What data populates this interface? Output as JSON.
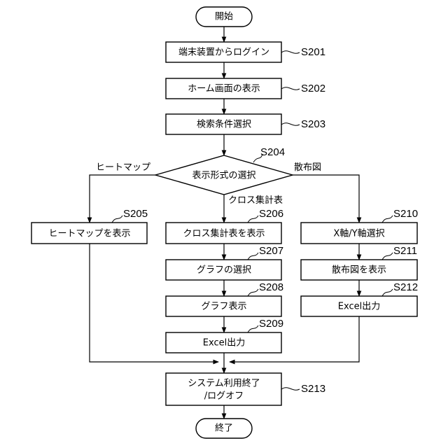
{
  "terminals": {
    "start": "開始",
    "end": "終了"
  },
  "steps": {
    "s201": {
      "label": "端末装置からログイン",
      "id": "S201"
    },
    "s202": {
      "label": "ホーム画面の表示",
      "id": "S202"
    },
    "s203": {
      "label": "検索条件選択",
      "id": "S203"
    },
    "s204": {
      "label": "表示形式の選択",
      "id": "S204"
    },
    "s205": {
      "label": "ヒートマップを表示",
      "id": "S205"
    },
    "s206": {
      "label": "クロス集計表を表示",
      "id": "S206"
    },
    "s207": {
      "label": "グラフの選択",
      "id": "S207"
    },
    "s208": {
      "label": "グラフ表示",
      "id": "S208"
    },
    "s209": {
      "label": "Excel出力",
      "id": "S209"
    },
    "s210": {
      "label": "X軸/Y軸選択",
      "id": "S210"
    },
    "s211": {
      "label": "散布図を表示",
      "id": "S211"
    },
    "s212": {
      "label": "Excel出力",
      "id": "S212"
    },
    "s213": {
      "line1": "システム利用終了",
      "line2": "/ログオフ",
      "id": "S213"
    }
  },
  "branches": {
    "left": "ヒートマップ",
    "center": "クロス集計表",
    "right": "散布図"
  }
}
